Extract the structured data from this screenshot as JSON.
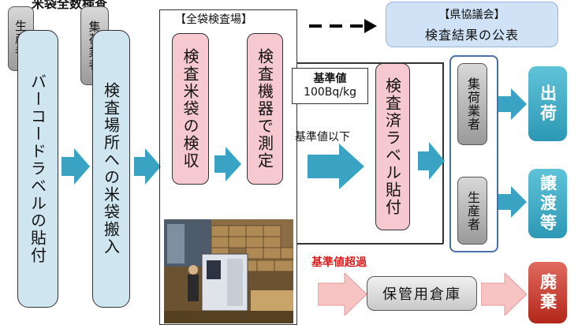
{
  "header_cut": "米袋全数検査",
  "steps": {
    "producer_tag": "生産者",
    "barcode_label": "バーコードラベルの貼付",
    "collector_tag": "集荷業者",
    "carry_in": "検査場所への米袋搬入"
  },
  "inspection_area": {
    "title": "【全袋検査場】",
    "check_bags": "検査米袋の検収",
    "measure": "検査機器で測定"
  },
  "announce": {
    "title": "【県協議会】",
    "text": "検査結果の公表"
  },
  "standard": {
    "label": "基準値",
    "value": "100Bq/kg",
    "below": "基準値以下",
    "exceed": "基準値超過"
  },
  "label_apply": "検査済ラベル貼付",
  "dest_group": {
    "collector": "集荷業者",
    "producer": "生産者"
  },
  "outcomes": {
    "ship": "出荷",
    "transfer": "譲渡等",
    "discard": "廃棄"
  },
  "storage": "保管用倉庫",
  "colors": {
    "arrow_blue": "#3aa3c3",
    "arrow_pink": "#f7c3c3",
    "teal": "#2d98b5",
    "red": "#b3271a"
  }
}
